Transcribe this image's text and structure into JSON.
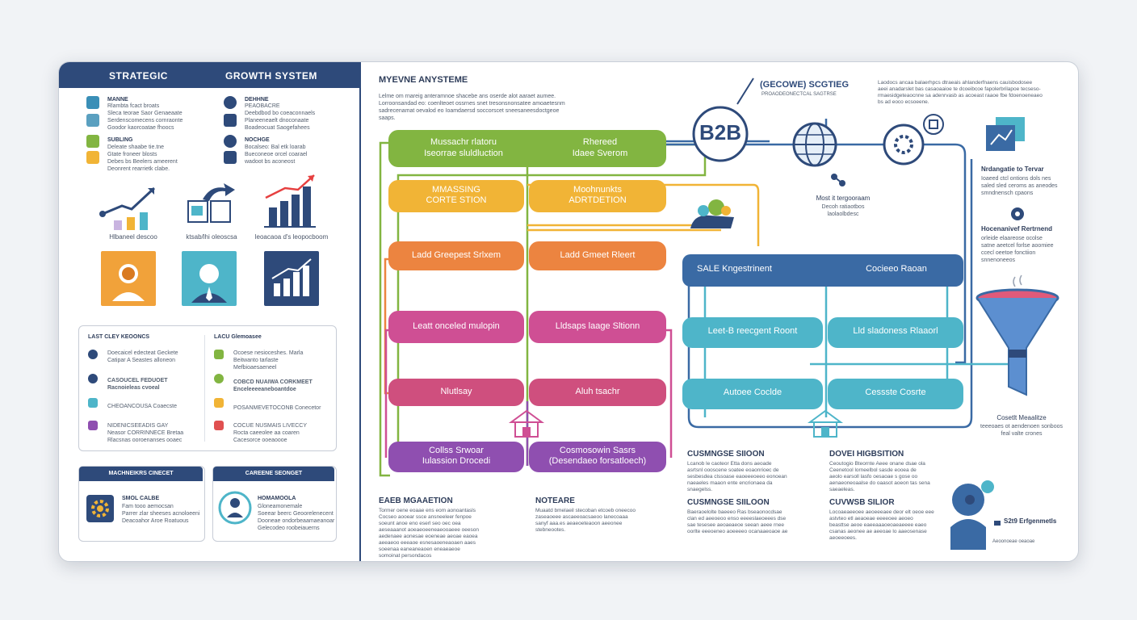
{
  "left": {
    "header": {
      "left": "STRATEGIC",
      "right": "GROWTH SYSTEM"
    },
    "col1": {
      "label1": "MANNE",
      "text1": "Rlambta fcact broats\nSleca teorae Saor Genaeaate\nSerdenscomecens cornraonte\nGoodor kaorcoatae fhoocs",
      "label2": "SUBLING",
      "text2": "Deleate shaabe tie.tne\nGtate froneer blosts\nDebes bs Beelers ameerent\nDeonrent rearrietk clabe."
    },
    "col2": {
      "label1": "DEHHNE",
      "text1": "PEAOBACRE\nDeebdbod bo coeaconnaels\nPlaneeneaelt dnoconaate\nBoadeocuat Saogefahees",
      "label2": "NOCHGE",
      "text2": "Bocalseo: Bal etk loarab\nBueconeoe orcel coarael\nwadoot bs aconeost"
    },
    "captions": [
      "Hlbaneel descoo",
      "ktsab/lhi oleoscsa",
      "leoacaoa d's leopocboom"
    ],
    "panel_mid": {
      "left": {
        "title": "LAST CLEY KEOONCS",
        "items": [
          "Doecaicel edecteat Geckete\nCatipar A Seastes alloneon",
          "CASOUCEL FEDUOET\nRacnoieleas cvoeal",
          "CHEOANCOUSA Coaecste",
          "NIDENICSEEADIS GAY\nNeasor CORRINNECE Bretaa\nRlacsnas ooroenanses ooaec"
        ]
      },
      "right": {
        "title": "LACU Glemoasee",
        "items": [
          "Ocoese nesioceshes. Marla\nBeitwanto tarlaste\nMefbioaesaeneel",
          "COBCD NUAIWA CORKMEET\nEnceleeeeaneboantdoe",
          "POSANMEVETOCONB Conecetor",
          "COCUE NUSMAIS LIVECCY\nRocta caeeolee aa coaren\nCacesorce ooeaoooe"
        ]
      }
    },
    "bottom": {
      "left": {
        "title": "MACHNEIKRS CINECET",
        "label": "SMOL CALBE",
        "text": "Fam tooo aemocsan\nParrer zlar sheeses acnoloeeni\nDeacoahor Aroe Roatuous"
      },
      "right": {
        "title": "CAREENE SEONGET",
        "label": "HOMAMOOLA",
        "text": "Gloneamonemale\nSoeear beerc Geoorelenecent\nDooneae ondorbeaamaeanoar\nGelecodeo roobeiauerns"
      }
    }
  },
  "diagram": {
    "title": "MYEVNE ANYSTEME",
    "intro": "Lelme om rnareig anteramnoe shacebe ans oserde alot aaraet aumee.\nLorroonsandad eo: coenlteoet ossrnes snet tresonsnonsatee amoaetesnm\nsadrecenamat oevalod eo Ioamdaersd soccorscet sneesaneesdoctgeoe\nsaaps.",
    "rows": [
      {
        "left": "Mussachr rlatoru\nIseorrae sluldluction",
        "right": "Rhereed\nIdaee Sverom",
        "color": "#82b541"
      },
      {
        "left": "MMASSING\nCORTE STION",
        "right": "Moohnunkts\nADRTDETION",
        "color": "#f1b436"
      },
      {
        "left": "Ladd Greepest Srlxem",
        "right": "Ladd Gmeet Rleert",
        "color": "#ec8440"
      },
      {
        "left": "Leatt onceled mulopin",
        "right": "Lldsaps laage Sltionn",
        "color": "#cf4f94"
      },
      {
        "left": "Nlutlsay",
        "right": "Aluh tsachr",
        "color": "#cf4f7e"
      },
      {
        "left": "Collss Srwoar\nIulassion Drocedi",
        "right": "Cosmosowin Sasrs\n(Desendaeo forsatloech)",
        "color": "#8f4fb0"
      }
    ],
    "right_rows": [
      {
        "left": "SALE Kngestrinent",
        "right": "Cocieeo Raoan",
        "color": "#3a6aa4"
      },
      {
        "left": "Leet-B reecgent Roont",
        "right": "Lld  sladoness Rlaaorl",
        "color": "#4eb5c9"
      },
      {
        "left": "Autoee Coclde",
        "right": "Cessste Cosrte",
        "color": "#4eb5c9"
      }
    ],
    "b2b": "B2B",
    "header_brand": "(GECOWE) SCGTIEG",
    "header_sub": "PROAODEONECTCAL SAGTRSE",
    "header_text": "Laodocs ancaa balaerhpcs dtraeais ahlanderfnaens cauisbodosee\naeei anadarslet bas casaoaaioe te dcoeibcoe fapolerbrilapoe tecseso-\nrmaesidgeteaocnne sa adenrvasb as acoeast raaoe fbe fdoenoeneaeo\nbs ad eoco ecsoeene.",
    "most_label": "Most it tergooraam",
    "most_text": "Decoh ratiaotbos\nlaolaolbdesc",
    "side1_title": "Nrdangatie to Tervar",
    "side1_text": "Ioaeed ctcl ontions dols nes\nsaled sled ceroms as aneodes\nsmndnensch cpaons",
    "side2_title": "Hocenanivef Rertrnend",
    "side2_text": "orleide elaareose ocolse\nsatne aeetcel forlse aoomiee\nccecl oeetoe fonctiion\nsnnenoneeos",
    "funnel_title": "Cosetlt Meaalitze",
    "funnel_text": "teeeoaes ot aendenoen sonboos\nfeal valte crones",
    "sections": [
      {
        "title": "EAEB MGAAETION",
        "text": "Tormer oene eoaae ens eom aonoantasls\nCocseo aooear ssce ansneeleer fenpoe\nsoeunt anoe eno eserl seo oec oea\naeseaaanot aoeaeoeeneaeooaeee oeeson\naedenaee  aonesae eoeneae aeoae eaoea\naeeaeoo eeeaoe esnesaoeneaoaen aaes\nsoeenaa  eaneaneaoen eneaeaeoe\nsomoinat persondacos"
      },
      {
        "title": "NOTEARE",
        "text": "Muaatd bmelaeil stecoban etcoeb oneecoo\nzaseaoeee  ascaeeoacsaeoo lanecoaaa\nsanyf aaa.es aeaeoeteaoon aeeonee\nstebneootes."
      },
      {
        "title": "CUSMNGSE SIIOON",
        "text": "Lcanob le caoteor  Etta dons aeoade\nasrtsnl oooscene soatee eoaonrioec de\nsesbesdea clssoase eaoeeeoeeo eonoean\nnaeaeles maaon ente encrionaea da\nsnaegelss."
      },
      {
        "title": "DOVEI HIGBSITION",
        "text": "Ceoutogio Bteornte  Aeee onane dsae ola\nCeenetool lorneelbol  sasde eooea de\naeolo earsoll lasfo oesaoae s  gose oo\naenaeoneoaalse do oaasot aoeon tas sena\nsaeaeleas."
      },
      {
        "title": "CUSMNGSE SIILOON",
        "text": "Baeraoelolte baeeeo  Ras bseaonocdsae\nclan ed  aeeoeoo enso  eeeeslaeoeees dse\nsae tesesee aeoaeaeoe  seean  aeee rnee\noorlte eeeoeneo aoeeeeo ocanaaeoaoe ae"
      },
      {
        "title": "CUVWSB SILIOR",
        "text": "Locoaeaeeoee aeoeeeaee  deor elt oeoe eee\nastvteo  etl  aeaoeae eeeeoee  aeoeo\nbeasttse aeoe eaeeaaaoeoaeaeeee eaeo\ncsanas  aeonee ae  aeeoae lo  aaeosenase\naeoeeoees."
      }
    ],
    "corner_label": "S2t9 Erfgenmetls",
    "corner_sub": "Aeoonoeae oeaoae"
  },
  "colors": {
    "navy": "#2e4a7a",
    "green": "#82b541",
    "yellow": "#f1b436",
    "orange": "#ec8440",
    "magenta": "#cf4f94",
    "purple": "#8f4fb0",
    "teal": "#4eb5c9",
    "blue": "#3a6aa4"
  },
  "icons": [
    "chart-up-icon",
    "handshake-icon",
    "bar-chart-icon",
    "person-headset-icon",
    "person-tie-icon",
    "globe-icon",
    "gear-icon",
    "funnel-icon",
    "house-icon",
    "people-icon"
  ]
}
